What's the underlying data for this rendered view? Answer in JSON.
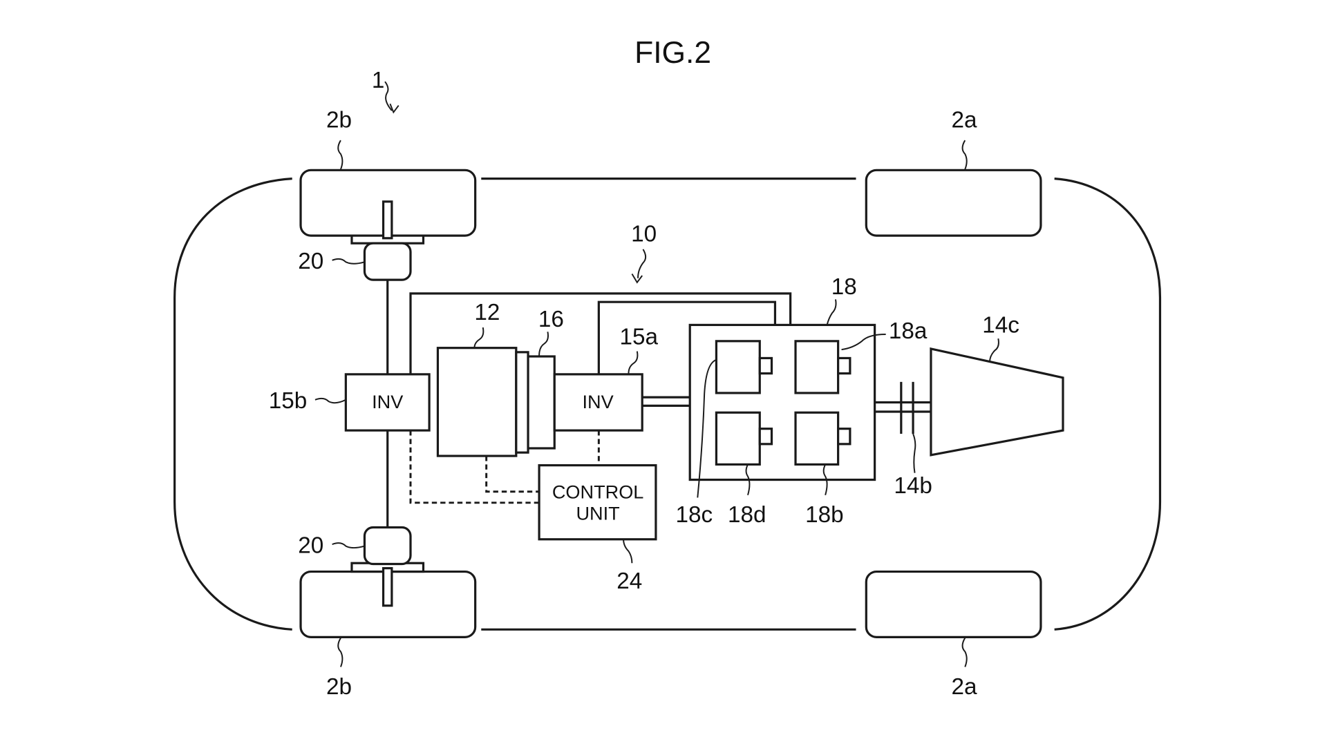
{
  "figure": {
    "title": "FIG.2",
    "colors": {
      "line": "#1a1a1a",
      "background": "#ffffff"
    }
  },
  "labels": {
    "vehicle": "1",
    "system": "10",
    "rear_wheel_top": "2b",
    "rear_wheel_bottom": "2b",
    "front_wheel_top": "2a",
    "front_wheel_bottom": "2a",
    "in_wheel_unit_top": "20",
    "in_wheel_unit_bottom": "20",
    "motor": "12",
    "reducer": "16",
    "inverter_front": "15a",
    "inverter_rear": "15b",
    "battery_pack": "18",
    "battery_module_a": "18a",
    "battery_module_b": "18b",
    "battery_module_c": "18c",
    "battery_module_d": "18d",
    "clutch": "14b",
    "engine": "14c",
    "control_unit": "24"
  },
  "boxes": {
    "inverter_front_text": "INV",
    "inverter_rear_text": "INV",
    "control_unit_line1": "CONTROL",
    "control_unit_line2": "UNIT"
  }
}
